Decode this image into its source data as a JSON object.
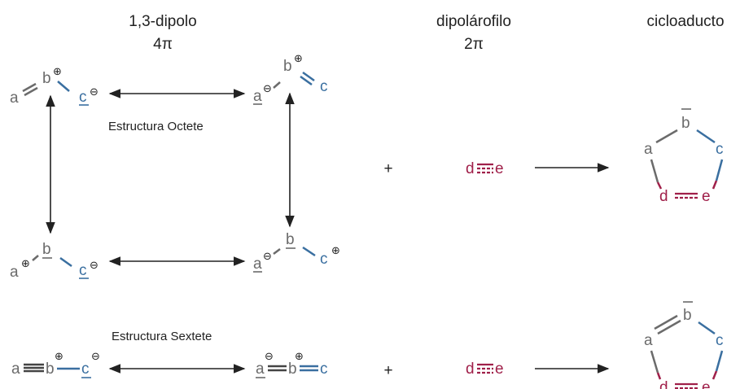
{
  "headers": {
    "dipole_title": "1,3-dipolo",
    "dipole_electrons": "4π",
    "dipolarophile_title": "dipolárofilo",
    "dipolarophile_electrons": "2π",
    "cycloadduct_title": "cicloaducto"
  },
  "labels": {
    "octet": "Estructura Octete",
    "sextet": "Estructura Sextete"
  },
  "atoms": {
    "a": "a",
    "b": "b",
    "c": "c",
    "d": "d",
    "e": "e"
  },
  "symbols": {
    "plus": "+",
    "positive_charge": "⊕",
    "negative_charge": "⊖"
  },
  "colors": {
    "neutral_atom": "#6b6b6b",
    "dipole_terminus": "#3a6fa0",
    "dipolarophile": "#a0204a",
    "arrow": "#222222"
  }
}
